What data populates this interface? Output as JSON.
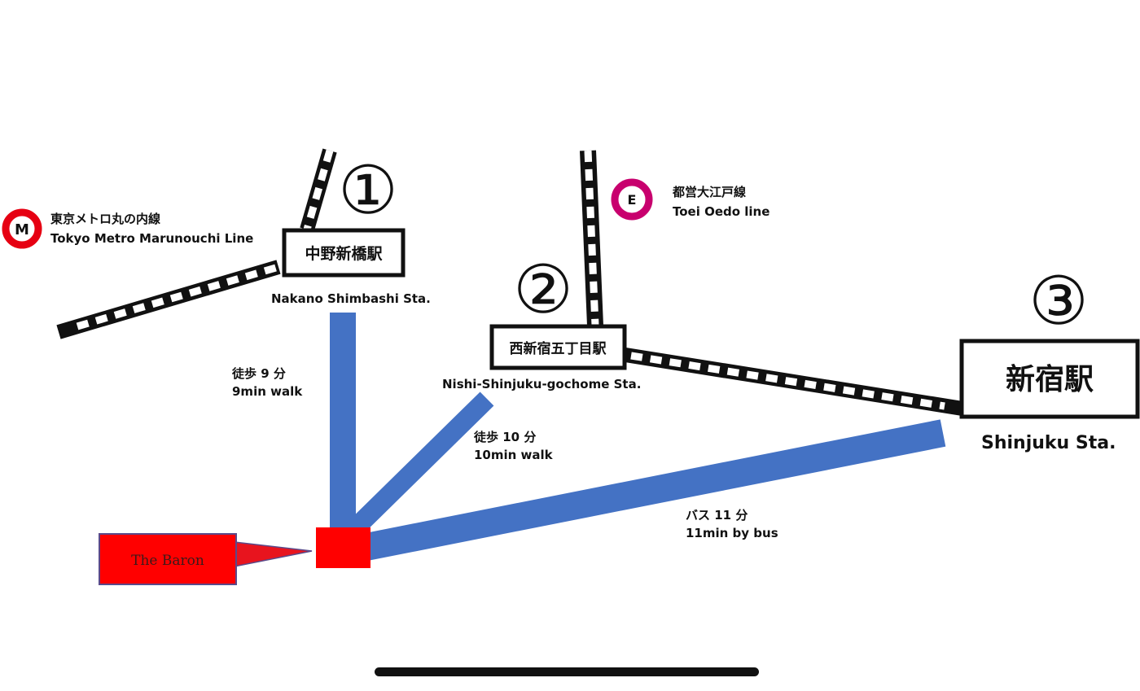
{
  "colors": {
    "route": "#4472c4",
    "hotel": "#ff0000",
    "metro": "#e60012",
    "oedo": "#c8006e",
    "rail": "#111111"
  },
  "lines": {
    "marunouchi": {
      "icon_letter": "M",
      "name_ja": "東京メトロ丸の内線",
      "name_en": "Tokyo Metro Marunouchi Line"
    },
    "oedo": {
      "icon_letter": "E",
      "name_ja": "都営大江戸線",
      "name_en": "Toei Oedo line"
    }
  },
  "stations": [
    {
      "number": "①",
      "name_ja": "中野新橋駅",
      "name_en": "Nakano Shimbashi Sta."
    },
    {
      "number": "②",
      "name_ja": "西新宿五丁目駅",
      "name_en": "Nishi-Shinjuku-gochome Sta."
    },
    {
      "number": "③",
      "name_ja": "新宿駅",
      "name_en": "Shinjuku Sta."
    }
  ],
  "routes": [
    {
      "ja": "徒歩 9 分",
      "en": "9min walk"
    },
    {
      "ja": "徒歩 10 分",
      "en": "10min walk"
    },
    {
      "ja": "バス 11 分",
      "en": "11min by bus"
    }
  ],
  "hotel": {
    "name": "The Baron"
  }
}
